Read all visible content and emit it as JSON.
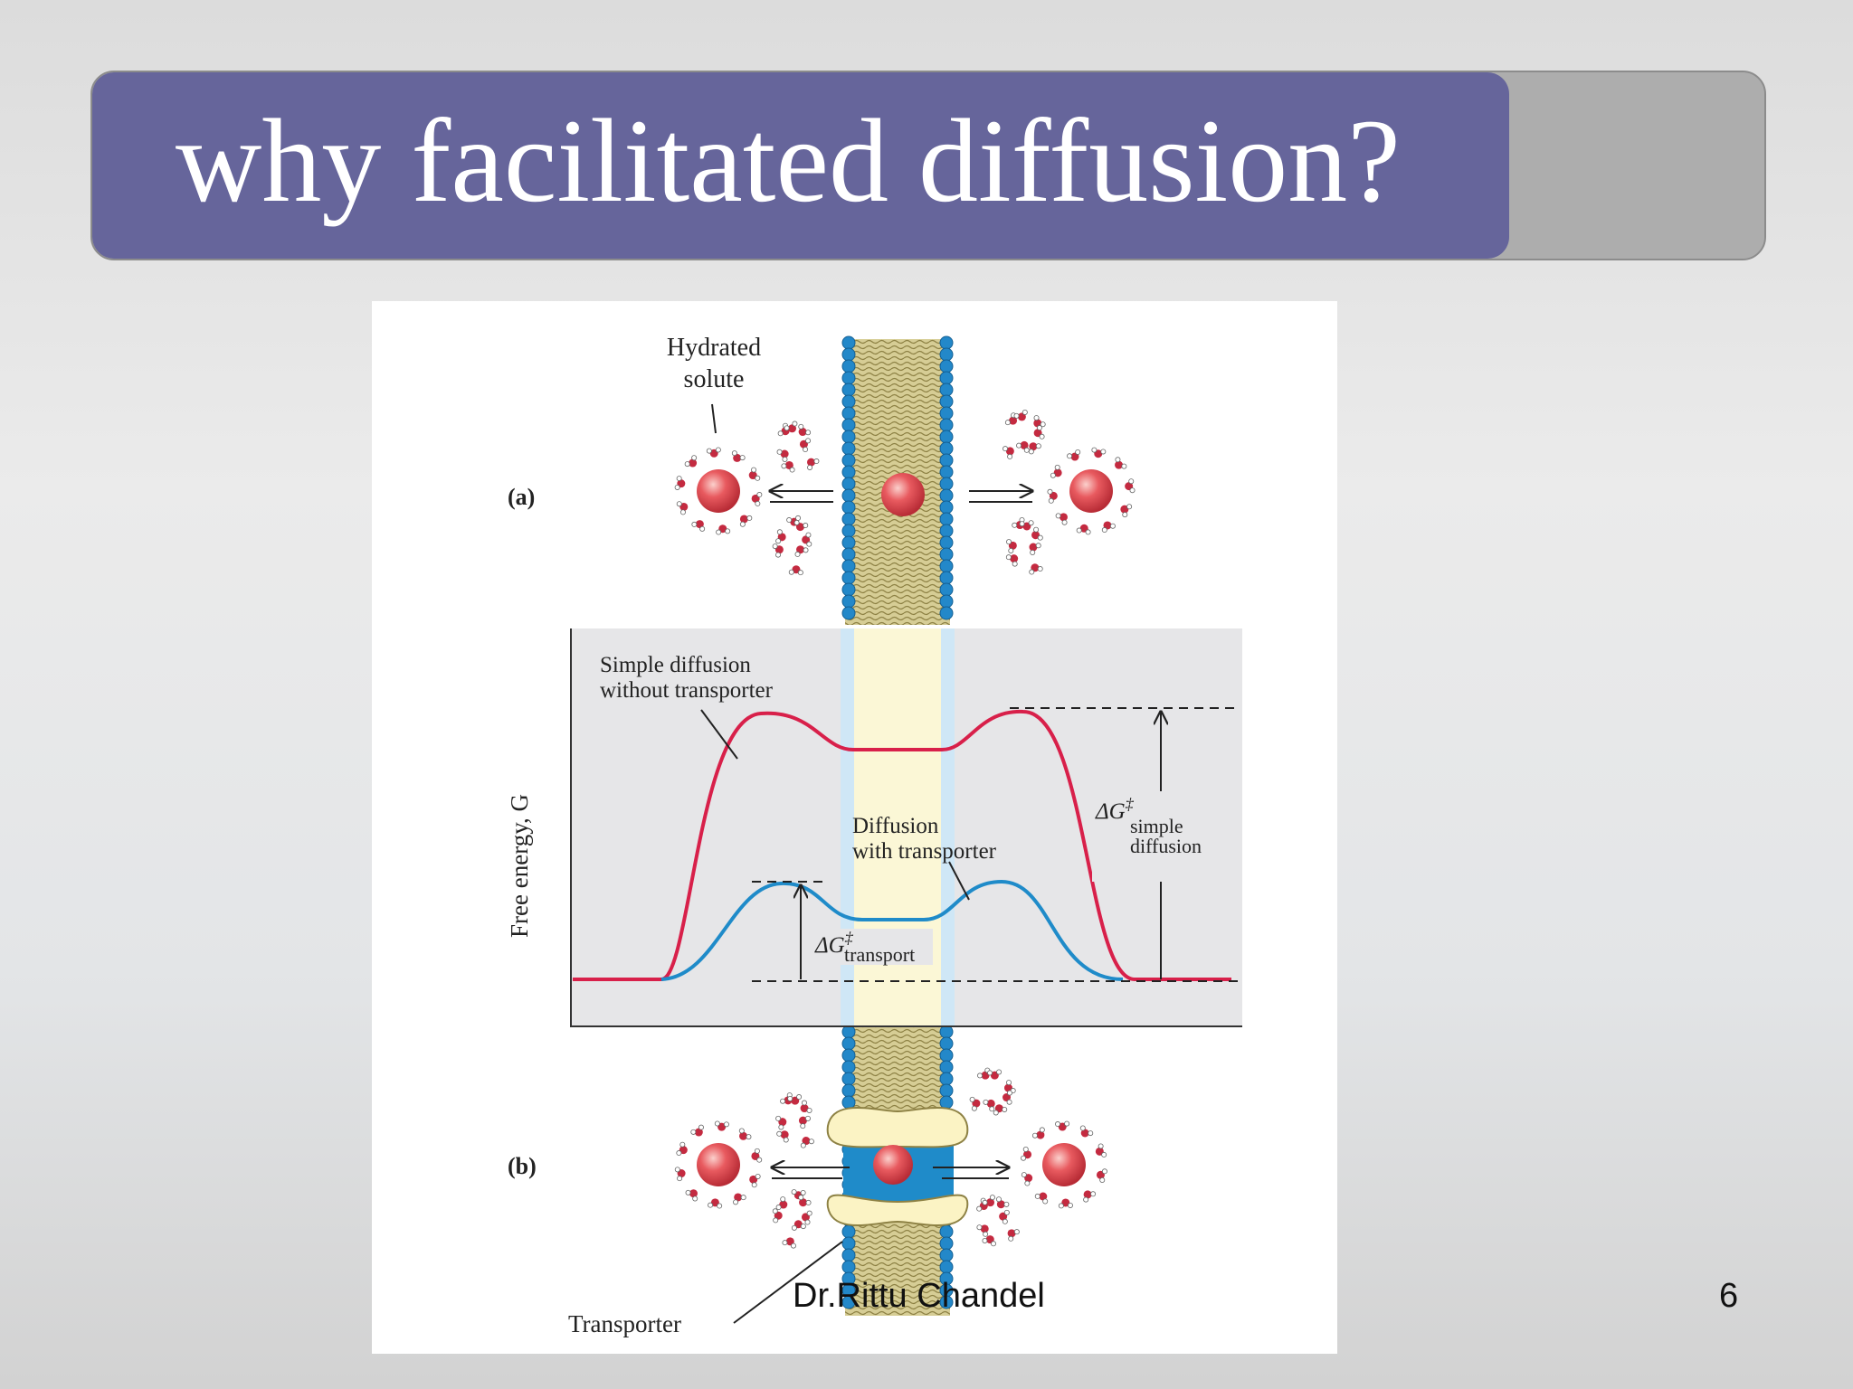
{
  "slide": {
    "title": "why facilitated diffusion?",
    "footer_author": "Dr.Rittu Chandel",
    "page_number": "6"
  },
  "figure": {
    "panel_a_label": "(a)",
    "panel_b_label": "(b)",
    "hydrated_solute_label": [
      "Hydrated",
      "solute"
    ],
    "y_axis_label": "Free energy, G",
    "simple_diffusion_label": [
      "Simple diffusion",
      "without transporter"
    ],
    "transporter_diffusion_label": [
      "Diffusion",
      "with transporter"
    ],
    "delta_g_simple_label": {
      "symbol": "ΔG",
      "superscript": "‡",
      "subscript": [
        "simple",
        "diffusion"
      ]
    },
    "delta_g_transport_label": {
      "symbol": "ΔG",
      "superscript": "‡",
      "subscript": "transport"
    },
    "transporter_label": "Transporter"
  },
  "colors": {
    "title_bg": "#66659b",
    "title_accent": "#1a9ad1",
    "simple_curve": "#d8204a",
    "transporter_curve": "#1f8bc9",
    "solute": "#e45a5e",
    "membrane_head": "#2388c9",
    "membrane_tail": "#c9bd7a"
  }
}
